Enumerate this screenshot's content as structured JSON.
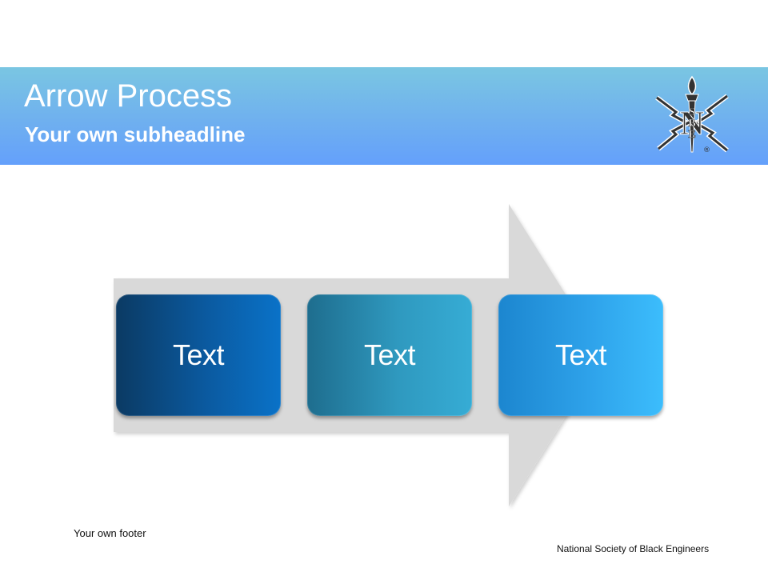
{
  "slide": {
    "title": "Arrow Process",
    "subtitle": "Your own subheadline"
  },
  "logo": {
    "letters": [
      "N",
      "S",
      "B",
      "E"
    ],
    "registered_mark": "®"
  },
  "process": {
    "steps": [
      {
        "label": "Text"
      },
      {
        "label": "Text"
      },
      {
        "label": "Text"
      }
    ]
  },
  "footer": {
    "left_text": "Your own footer",
    "right_text": "National Society of Black Engineers"
  }
}
